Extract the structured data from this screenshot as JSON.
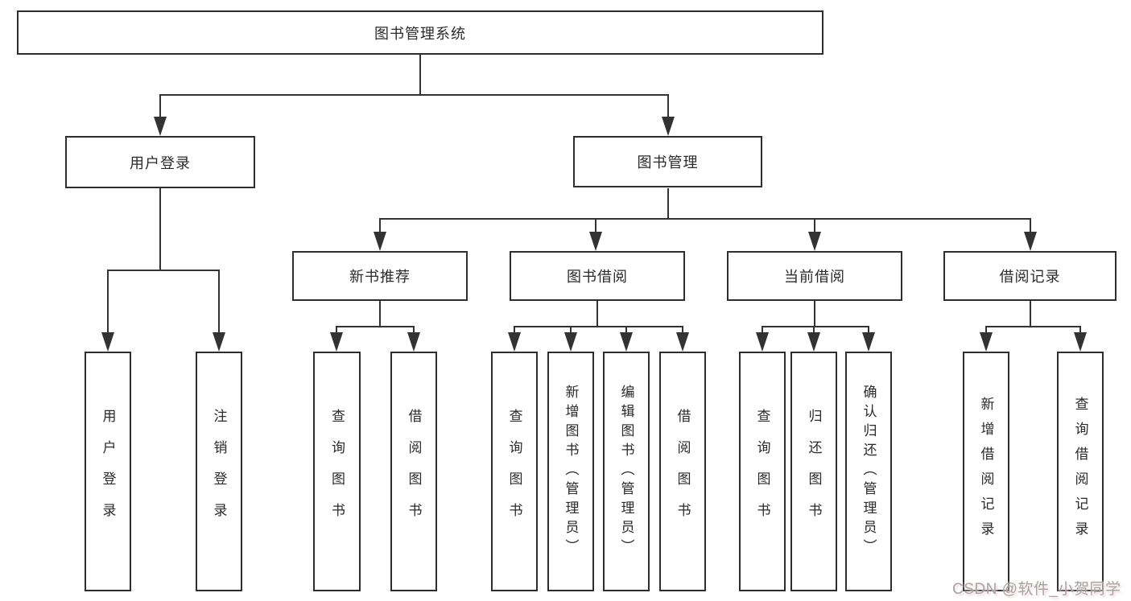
{
  "diagram_title": "图书管理系统",
  "nodes": {
    "root": {
      "label": "图书管理系统"
    },
    "user-login": {
      "label": "用户登录"
    },
    "book-mgmt": {
      "label": "图书管理"
    },
    "new-book-rec": {
      "label": "新书推荐"
    },
    "book-borrow": {
      "label": "图书借阅"
    },
    "current-borrow": {
      "label": "当前借阅"
    },
    "borrow-record": {
      "label": "借阅记录"
    },
    "leaf-user-login": {
      "label": "用户登录"
    },
    "leaf-logout": {
      "label": "注销登录"
    },
    "leaf-query-book-1": {
      "label": "查询图书"
    },
    "leaf-borrow-book-1": {
      "label": "借阅图书"
    },
    "leaf-query-book-2": {
      "label": "查询图书"
    },
    "leaf-add-book": {
      "label": "新增图书（管理员）"
    },
    "leaf-edit-book": {
      "label": "编辑图书（管理员）"
    },
    "leaf-borrow-book-2": {
      "label": "借阅图书"
    },
    "leaf-query-book-3": {
      "label": "查询图书"
    },
    "leaf-return-book": {
      "label": "归还图书"
    },
    "leaf-confirm-return": {
      "label": "确认归还（管理员）"
    },
    "leaf-add-record": {
      "label": "新增借阅记录"
    },
    "leaf-query-record": {
      "label": "查询借阅记录"
    }
  },
  "hierarchy": {
    "root": [
      "user-login",
      "book-mgmt"
    ],
    "user-login": [
      "leaf-user-login",
      "leaf-logout"
    ],
    "book-mgmt": [
      "new-book-rec",
      "book-borrow",
      "current-borrow",
      "borrow-record"
    ],
    "new-book-rec": [
      "leaf-query-book-1",
      "leaf-borrow-book-1"
    ],
    "book-borrow": [
      "leaf-query-book-2",
      "leaf-add-book",
      "leaf-edit-book",
      "leaf-borrow-book-2"
    ],
    "current-borrow": [
      "leaf-query-book-3",
      "leaf-return-book",
      "leaf-confirm-return"
    ],
    "borrow-record": [
      "leaf-add-record",
      "leaf-query-record"
    ]
  },
  "watermark": {
    "text": "CSDN @软件_小贺同学"
  },
  "colors": {
    "background": "#ffffff",
    "line": "#333333",
    "box_border": "#2e2e2e",
    "text": "#2a2a2a",
    "watermark": "#a3a3a3",
    "watermark_tint": "#f0a5af"
  }
}
